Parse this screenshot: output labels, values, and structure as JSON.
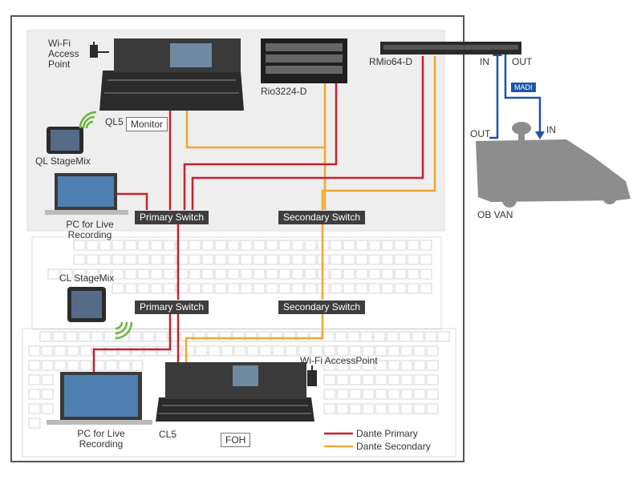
{
  "labels": {
    "wifi_access_point_top": "Wi-Fi Access Point",
    "ql5": "QL5",
    "monitor": "Monitor",
    "rio3224": "Rio3224-D",
    "rmio64": "RMio64-D",
    "ql_stagemix": "QL StageMix",
    "pc_live_top": "PC for Live Recording",
    "cl_stagemix": "CL StageMix",
    "pc_live_bottom": "PC for Live Recording",
    "cl5": "CL5",
    "foh": "FOH",
    "wifi_access_point_bottom": "Wi-Fi AccessPoint",
    "ob_van": "OB VAN",
    "in_top": "IN",
    "out_top": "OUT",
    "out_van": "OUT",
    "in_van": "IN",
    "madi": "MADI"
  },
  "switches": {
    "primary_top": "Primary Switch",
    "secondary_top": "Secondary Switch",
    "primary_bottom": "Primary Switch",
    "secondary_bottom": "Secondary Switch"
  },
  "legend": {
    "primary": "Dante Primary",
    "secondary": "Dante Secondary"
  },
  "colors": {
    "primary": "#c8202f",
    "secondary": "#f0a830",
    "madi": "#1f55a8",
    "switch_bg": "#3e3e3e",
    "stage_bg": "#eeeeee"
  }
}
